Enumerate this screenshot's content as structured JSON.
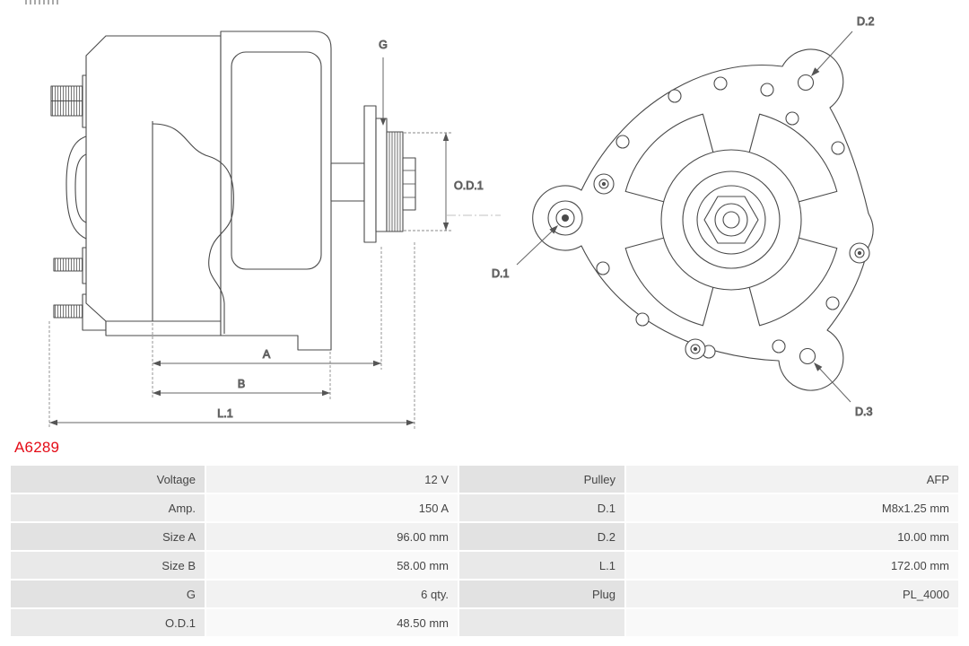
{
  "page": {
    "background": "#ffffff"
  },
  "part": {
    "number": "A6289"
  },
  "colors": {
    "part_number": "#e40c17",
    "drawing_stroke": "#4a4a4a",
    "table_label_bg": "#e2e2e2",
    "table_value_bg": "#f2f2f2"
  },
  "diagram": {
    "labels": {
      "g": "G",
      "od1": "O.D.1",
      "a": "A",
      "b": "B",
      "l1": "L.1",
      "d1": "D.1",
      "d2": "D.2",
      "d3": "D.3"
    }
  },
  "table": {
    "rows": [
      {
        "c1": "Voltage",
        "c2": "12 V",
        "c3": "Pulley",
        "c4": "AFP"
      },
      {
        "c1": "Amp.",
        "c2": "150 A",
        "c3": "D.1",
        "c4": "M8x1.25 mm"
      },
      {
        "c1": "Size A",
        "c2": "96.00 mm",
        "c3": "D.2",
        "c4": "10.00 mm"
      },
      {
        "c1": "Size B",
        "c2": "58.00 mm",
        "c3": "L.1",
        "c4": "172.00 mm"
      },
      {
        "c1": "G",
        "c2": "6 qty.",
        "c3": "Plug",
        "c4": "PL_4000"
      },
      {
        "c1": "O.D.1",
        "c2": "48.50 mm",
        "c3": "",
        "c4": ""
      }
    ]
  }
}
